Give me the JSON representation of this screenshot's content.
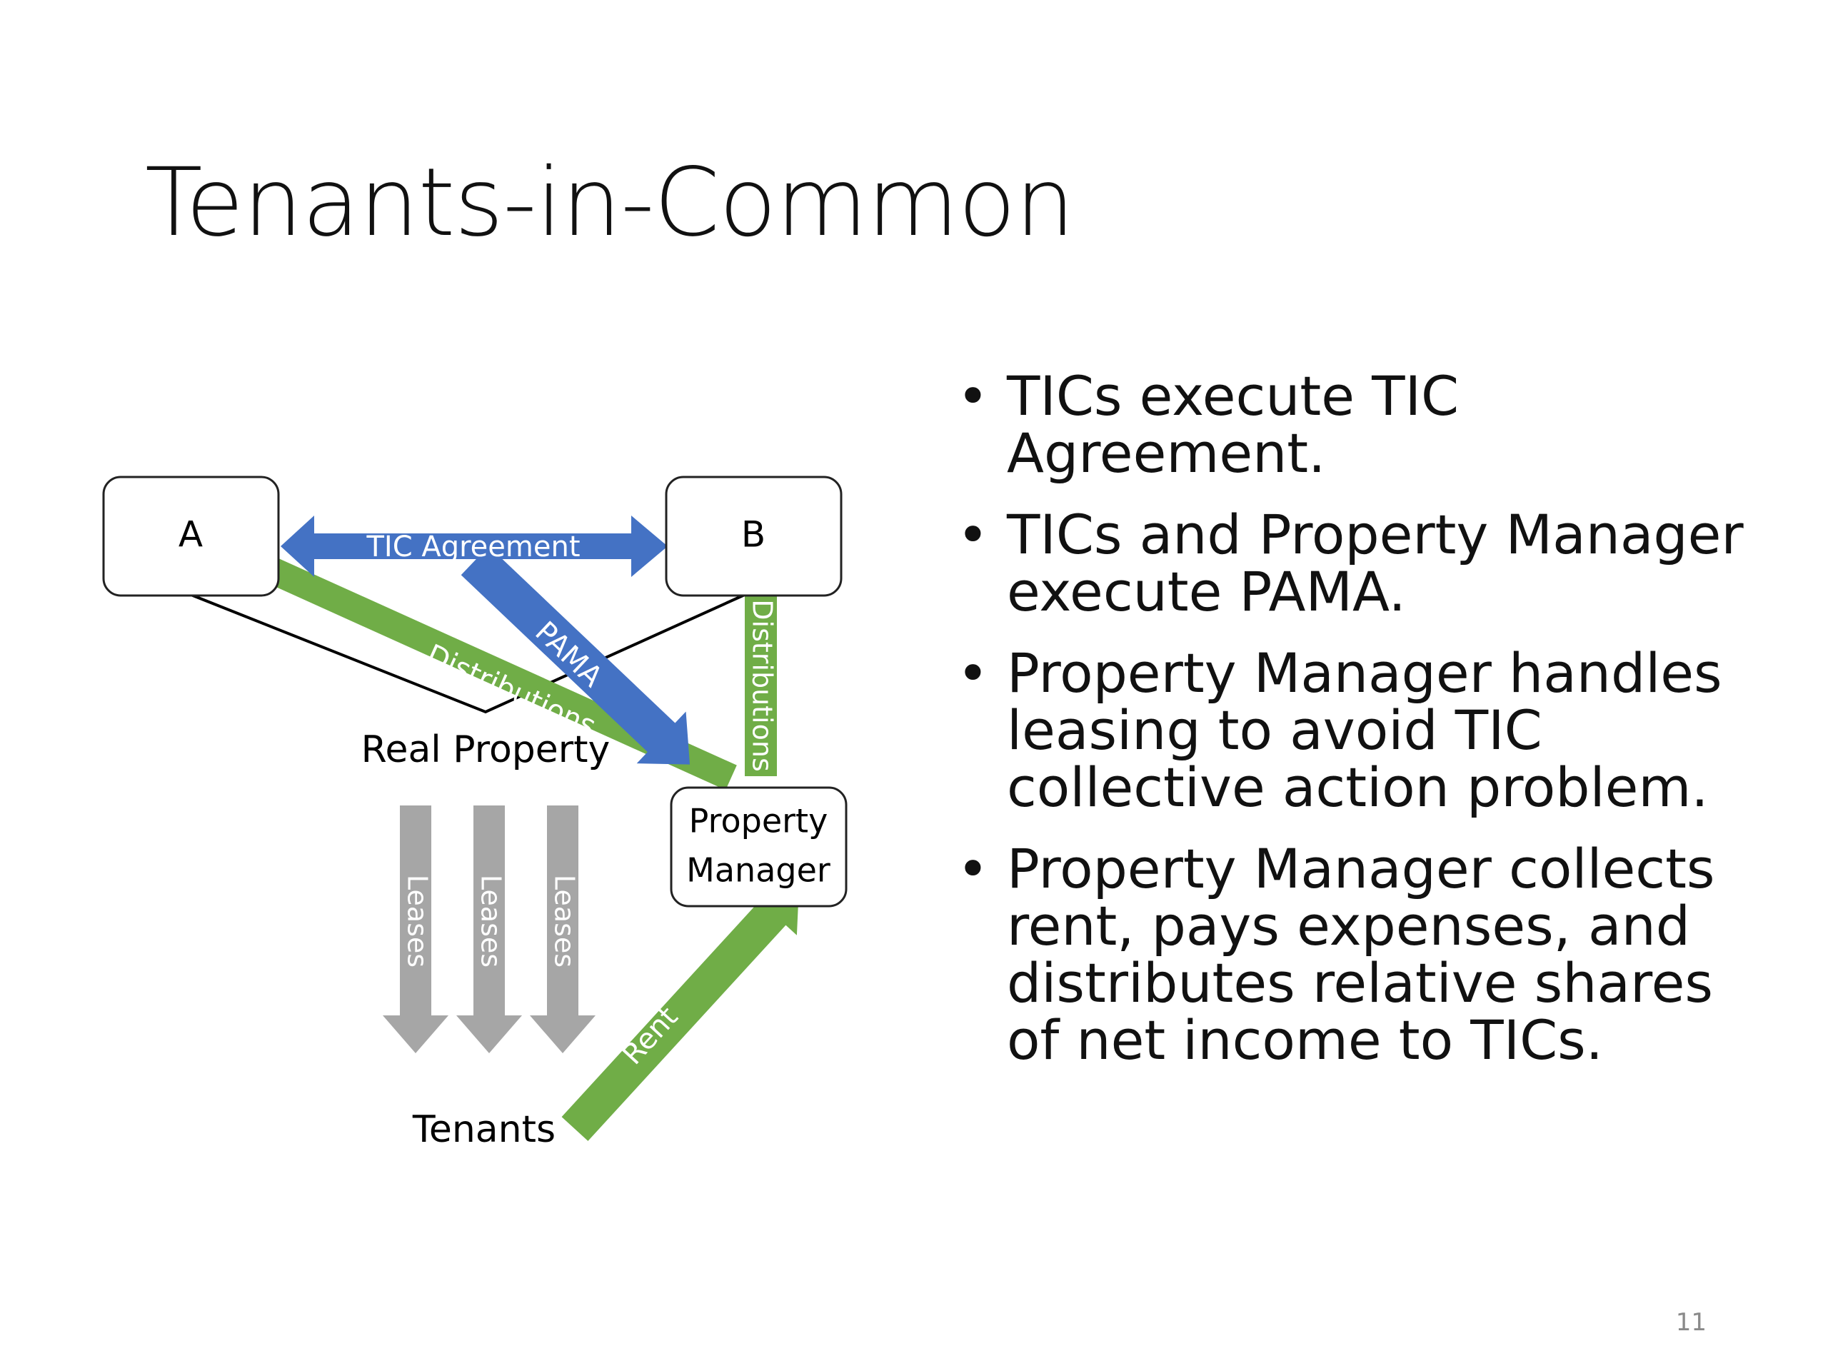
{
  "slide": {
    "title": "Tenants-in-Common",
    "page_number": "11"
  },
  "diagram": {
    "nodes": {
      "a": "A",
      "b": "B",
      "real_property": "Real Property",
      "property_manager_line1": "Property",
      "property_manager_line2": "Manager",
      "tenants": "Tenants"
    },
    "arrows": {
      "tic_agreement": "TIC Agreement",
      "pama": "PAMA",
      "distributions_a": "Distributions",
      "distributions_b": "Distributions",
      "leases": [
        "Leases",
        "Leases",
        "Leases"
      ],
      "rent": "Rent"
    },
    "colors": {
      "blue": "#4472C4",
      "green": "#70AD47",
      "gray": "#A6A6A6",
      "box_border": "#222222"
    }
  },
  "bullets": [
    "TICs execute TIC Agreement.",
    "TICs and Property Manager execute PAMA.",
    "Property Manager handles leasing to avoid TIC collective action problem.",
    "Property Manager collects rent, pays expenses, and distributes relative shares of net income to TICs."
  ]
}
